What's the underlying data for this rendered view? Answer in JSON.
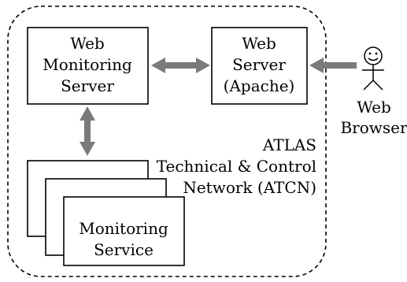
{
  "diagram": {
    "web_monitoring_server": {
      "line1": "Web",
      "line2": "Monitoring",
      "line3": "Server"
    },
    "web_server": {
      "line1": "Web",
      "line2": "Server",
      "line3": "(Apache)"
    },
    "browser": {
      "line1": "Web",
      "line2": "Browser"
    },
    "network": {
      "line1": "ATLAS",
      "line2": "Technical & Control",
      "line3": "Network (ATCN)"
    },
    "monitoring_service": {
      "line1": "Monitoring",
      "line2": "Service"
    }
  }
}
